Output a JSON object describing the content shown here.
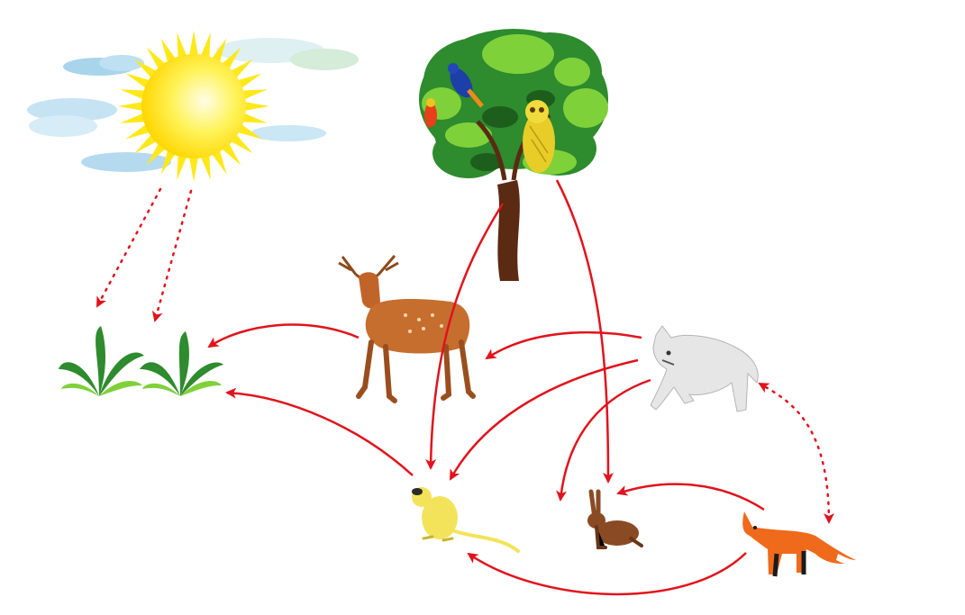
{
  "diagram": {
    "type": "food-web",
    "nodes": [
      {
        "id": "sun",
        "icon": "sun-icon"
      },
      {
        "id": "clouds",
        "icon": "cloud-icon"
      },
      {
        "id": "plants",
        "icon": "plant-icon"
      },
      {
        "id": "tree",
        "icon": "tree-icon"
      },
      {
        "id": "owl",
        "icon": "owl-icon"
      },
      {
        "id": "birds",
        "icon": "bird-icon"
      },
      {
        "id": "deer",
        "icon": "deer-icon"
      },
      {
        "id": "wolf",
        "icon": "wolf-icon"
      },
      {
        "id": "mouse",
        "icon": "mouse-icon"
      },
      {
        "id": "hare",
        "icon": "hare-icon"
      },
      {
        "id": "fox",
        "icon": "fox-icon"
      }
    ],
    "edges": [
      {
        "from": "sun",
        "to": "plants",
        "style": "dotted"
      },
      {
        "from": "sun",
        "to": "plants",
        "style": "dotted"
      },
      {
        "from": "deer",
        "to": "plants",
        "style": "solid"
      },
      {
        "from": "mouse",
        "to": "plants",
        "style": "solid"
      },
      {
        "from": "tree",
        "to": "mouse",
        "style": "solid"
      },
      {
        "from": "tree",
        "to": "hare",
        "style": "solid"
      },
      {
        "from": "wolf",
        "to": "deer",
        "style": "solid"
      },
      {
        "from": "wolf",
        "to": "mouse",
        "style": "solid"
      },
      {
        "from": "wolf",
        "to": "hare",
        "style": "solid"
      },
      {
        "from": "fox",
        "to": "hare",
        "style": "solid"
      },
      {
        "from": "fox",
        "to": "mouse",
        "style": "solid"
      },
      {
        "from": "wolf",
        "to": "fox",
        "style": "dotted-bidirectional"
      }
    ],
    "colors": {
      "arrow": "#e1131c",
      "sun": "#ffe81a",
      "sun_core": "#fffde0",
      "cloud": "#bfe0f0",
      "leaf": "#2e8b2e",
      "leaf_light": "#7fd13a",
      "trunk": "#5a2a12",
      "deer": "#c0642a",
      "wolf": "#e6e6e6",
      "mouse": "#f3e35a",
      "hare": "#8a4a24",
      "fox": "#f06a1c"
    }
  }
}
